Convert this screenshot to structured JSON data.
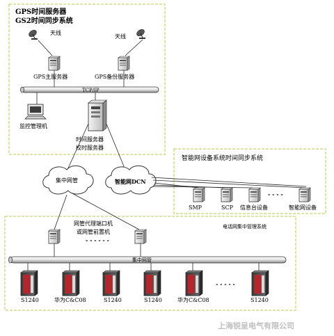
{
  "gps_group": {
    "title_line1": "GPS时间服务器",
    "title_line2": "GS2时间同步系统",
    "antenna_label_1": "天线",
    "antenna_label_2": "天线",
    "gps_main_label": "GPS主服务器",
    "gps_backup_label": "GPS备份服务器",
    "bus_label": "TCP/IP",
    "monitor_label": "监控管理机",
    "time_server_line1": "时间服务器",
    "time_server_line2": "校时服务器"
  },
  "clouds": {
    "central_label": "集中网管",
    "dcn_label": "智能网DCN"
  },
  "intelligent_group": {
    "title": "智能网设备系统时间同步系统",
    "devices": [
      "SMP",
      "SCP",
      "信息台设备",
      "智能网设备"
    ],
    "ellipsis": "- - - -"
  },
  "telecom_group": {
    "title": "电话网集中管理系统",
    "proxy_line1": "网管代理端口机",
    "proxy_line2": "或网管前置机",
    "ellipsis_proxy": "- - - - - -",
    "bus_label": "集中网管",
    "switches": [
      "S1240",
      "华为C&C08",
      "S1240",
      "S1240",
      "华为C&C08",
      "S1240"
    ],
    "ellipsis_switch": "- - - - -"
  },
  "footer": {
    "company": "上海锐呈电气有限公司"
  },
  "colors": {
    "group_border": "#b3cc4a",
    "rack_red": "#b3262c",
    "watermark": "#bfbfbf"
  }
}
